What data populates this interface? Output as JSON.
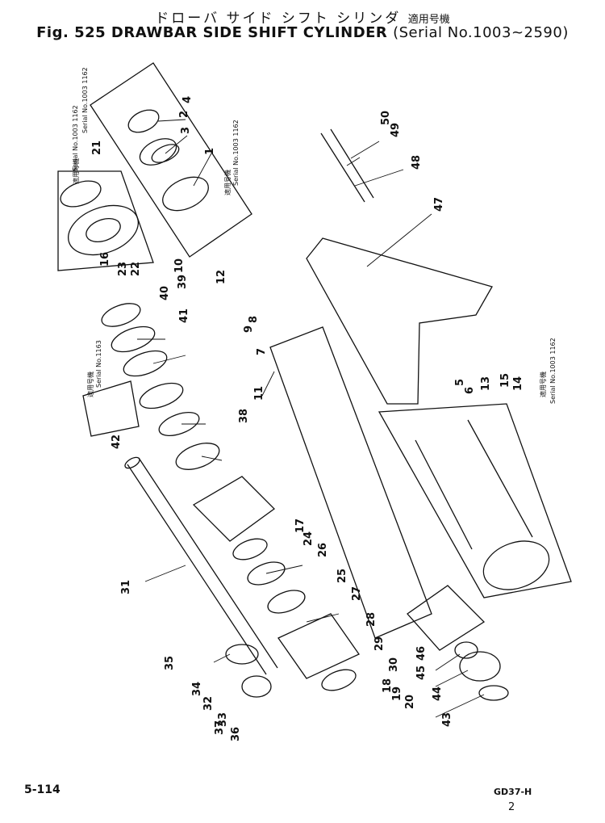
{
  "header": {
    "japanese_title": "ドローバ サイド シフト シリンダ",
    "japanese_serial_note": "適用号機",
    "figure_label": "Fig. 525 DRAWBAR SIDE SHIFT CYLINDER",
    "serial_range": "(Serial No.1003~2590)"
  },
  "notes": {
    "serial_1003_1162": "Serial No.1003 1162",
    "serial_1163": "Serial No.1163",
    "japanese_applicable": "適用号機"
  },
  "footer": {
    "page_number": "5-114",
    "drawing_code": "GD37-H",
    "sheet": "2"
  },
  "part_labels": [
    "1",
    "2",
    "3",
    "4",
    "5",
    "6",
    "7",
    "8",
    "9",
    "10",
    "11",
    "12",
    "13",
    "14",
    "15",
    "16",
    "17",
    "18",
    "19",
    "20",
    "21",
    "22",
    "23",
    "24",
    "25",
    "26",
    "27",
    "28",
    "29",
    "30",
    "31",
    "32",
    "33",
    "34",
    "35",
    "36",
    "37",
    "38",
    "39",
    "40",
    "41",
    "42",
    "43",
    "44",
    "45",
    "46",
    "47",
    "48",
    "49",
    "50"
  ]
}
